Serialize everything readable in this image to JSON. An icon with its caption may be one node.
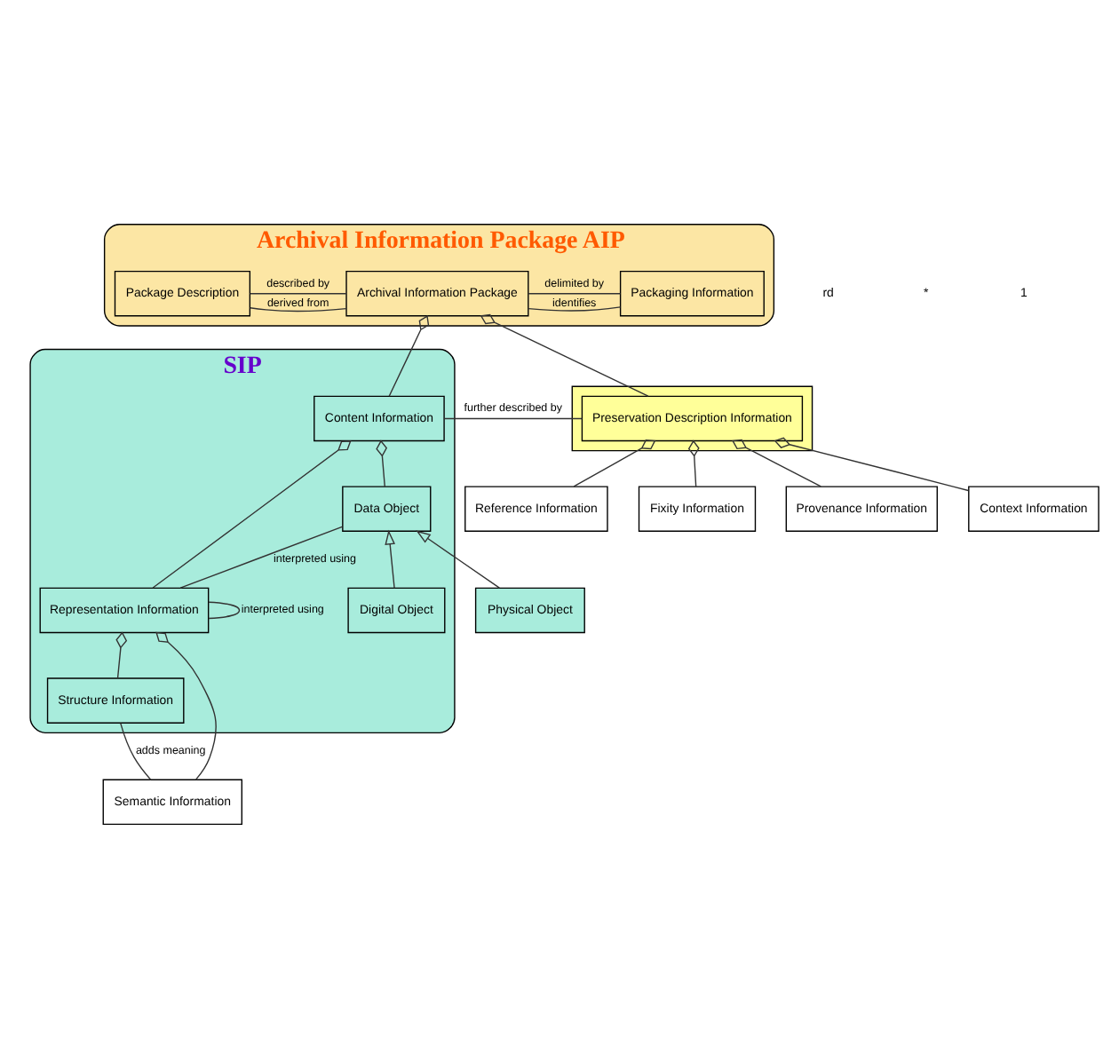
{
  "diagram": {
    "nodes": [
      {
        "text": [
          "Archival Information Package AIP"
        ]
      },
      {
        "text": [
          "Package Description"
        ],
        "in": 0
      },
      {
        "text": [
          "Archival Information Package"
        ],
        "in": 0
      },
      {
        "text": [
          "Packaging Information"
        ],
        "in": 0
      },
      {
        "text": [
          "SIP"
        ]
      },
      {
        "text": [
          "Content Information"
        ],
        "in": 4
      },
      {
        "text": [],
        "shape": "box"
      },
      {
        "text": [
          "Preservation Description Information"
        ],
        "in": 6
      },
      {
        "text": [
          "Data Object"
        ],
        "in": 4
      },
      {
        "text": [
          "Representation Information"
        ],
        "in": 4
      },
      {
        "text": [
          "Reference Information"
        ]
      },
      {
        "text": [
          "Fixity Information"
        ]
      },
      {
        "text": [
          "Physical Object"
        ]
      },
      {
        "text": [
          "Digital Object"
        ],
        "in": 4
      },
      {
        "text": [
          "Structure Information"
        ],
        "in": 4
      },
      {
        "text": [
          "Semantic Information"
        ]
      },
      {
        "text": [
          "Provenance Information"
        ]
      },
      {
        "text": [
          "Context Information"
        ]
      }
    ],
    "edges": [
      {
        "from": 1,
        "to": 2,
        "arrow": "none",
        "label": "derived from"
      },
      {
        "from": 1,
        "to": 2,
        "arrow": "none",
        "label": "described by"
      },
      {
        "from": 2,
        "to": 3,
        "arrow": "none",
        "label": "delimited by"
      },
      {
        "from": 2,
        "to": 3,
        "arrow": "none",
        "label": "identifies"
      },
      {
        "from": 2,
        "to": 5,
        "arrow": "other"
      },
      {
        "from": 2,
        "to": 7,
        "arrow": "other"
      },
      {
        "from": 5,
        "to": 7,
        "arrow": "none",
        "label": "further described by"
      },
      {
        "from": 5,
        "to": 8,
        "arrow": "other"
      },
      {
        "from": 5,
        "to": 9,
        "arrow": "other"
      },
      {
        "from": 8,
        "to": 9,
        "arrow": "none",
        "label": "interpreted using"
      },
      {
        "from": 9,
        "to": 9,
        "arrow": "none",
        "label": "interpreted using"
      },
      {
        "from": 12,
        "to": 8,
        "arrow": "to"
      },
      {
        "from": 13,
        "to": 8,
        "arrow": "to"
      },
      {
        "from": 9,
        "to": 14,
        "arrow": "other"
      },
      {
        "from": 9,
        "to": 15,
        "arrow": "other"
      },
      {
        "from": 14,
        "to": 15,
        "arrow": "none",
        "label": "adds meaning"
      },
      {
        "from": 7,
        "to": 10,
        "arrow": "other"
      },
      {
        "from": 7,
        "to": 16,
        "arrow": "other"
      },
      {
        "from": 7,
        "to": 17,
        "arrow": "other"
      },
      {
        "from": 7,
        "to": 11,
        "arrow": "other"
      }
    ],
    "labels": [
      "rd",
      "*",
      "1"
    ]
  }
}
